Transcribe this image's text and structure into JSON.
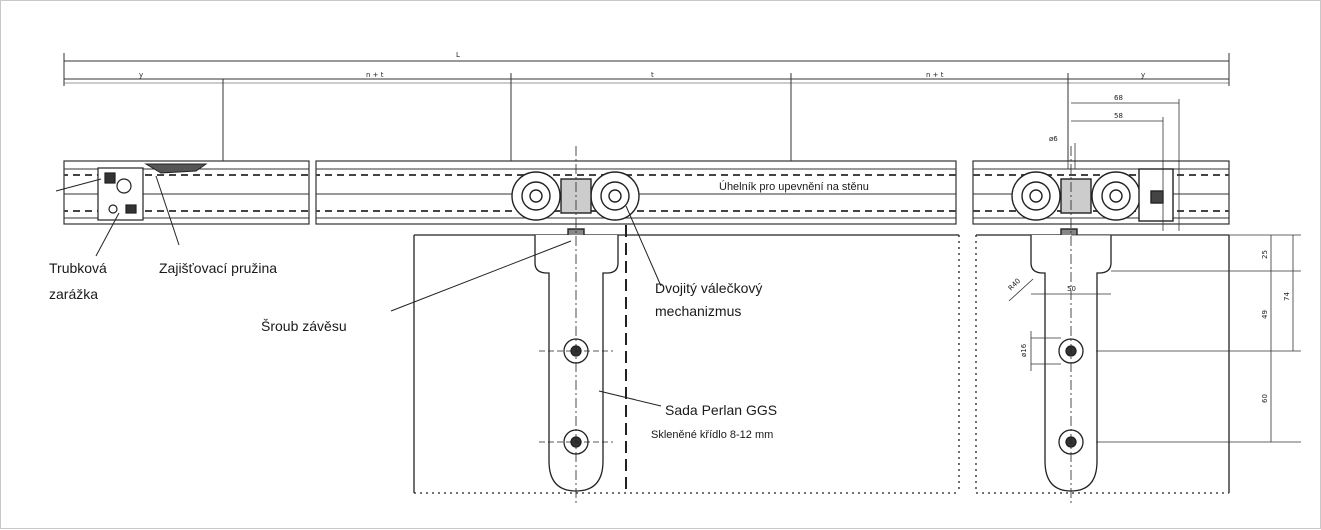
{
  "labels": {
    "tube_stop_line1": "Trubková",
    "tube_stop_line2": "zarážka",
    "locking_spring": "Zajišťovací pružina",
    "hanger_screw": "Šroub závěsu",
    "double_roller_line1": "Dvojitý válečkový",
    "double_roller_line2": "mechanizmus",
    "wall_bracket": "Úhelník pro upevnění na stěnu",
    "perlan_set": "Sada Perlan GGS",
    "glass_leaf": "Skleněné křídlo 8-12 mm"
  },
  "dimensions": {
    "overall_length": "L",
    "segment_y_left": "y",
    "segment_n_left": "n + t",
    "segment_t": "t",
    "segment_n_right": "n + t",
    "segment_y_right": "y",
    "dim_68": "68",
    "dim_58": "58",
    "dim_d6": "ø6",
    "dim_r40": "R40",
    "dim_50": "50",
    "dim_d16": "ø16",
    "dim_25": "25",
    "dim_49": "49",
    "dim_74": "74",
    "dim_60": "60"
  }
}
